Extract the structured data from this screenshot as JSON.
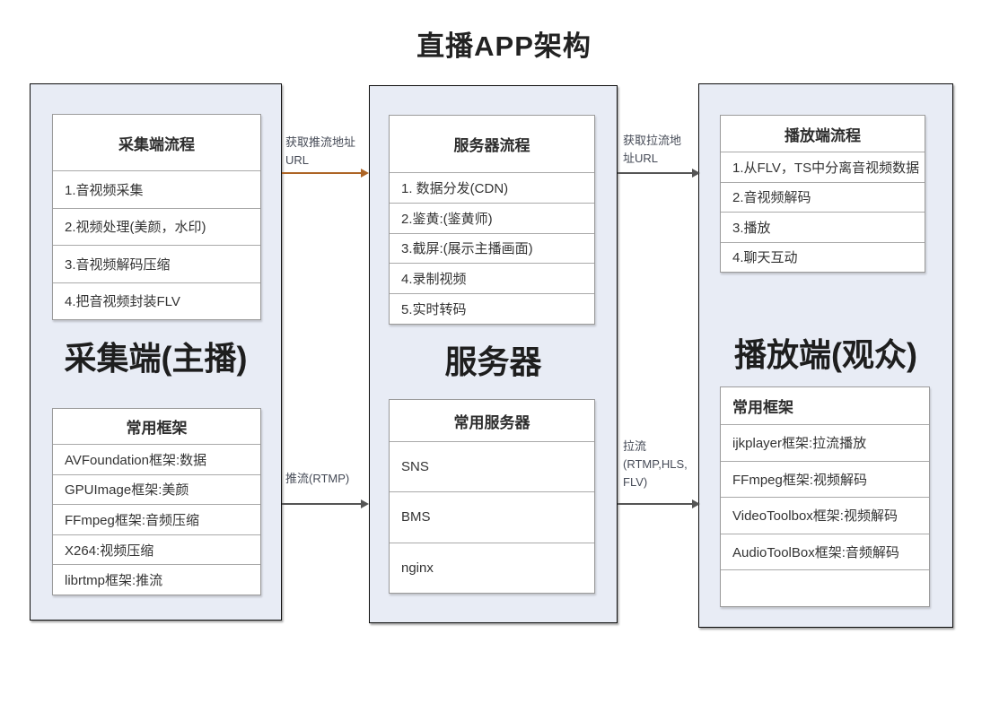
{
  "title": "直播APP架构",
  "capture": {
    "flow": {
      "header": "采集端流程",
      "items": [
        "1.音视频采集",
        "2.视频处理(美颜，水印)",
        "3.音视频解码压缩",
        "4.把音视频封装FLV"
      ]
    },
    "big_label": "采集端(主播)",
    "frameworks": {
      "header": "常用框架",
      "items": [
        "AVFoundation框架:数据",
        "GPUImage框架:美颜",
        "FFmpeg框架:音频压缩",
        "X264:视频压缩",
        "librtmp框架:推流"
      ]
    }
  },
  "server": {
    "flow": {
      "header": "服务器流程",
      "items": [
        "1. 数据分发(CDN)",
        "2.鉴黄:(鉴黄师)",
        "3.截屏:(展示主播画面)",
        "4.录制视频",
        "5.实时转码"
      ]
    },
    "big_label": "服务器",
    "frameworks": {
      "header": "常用服务器",
      "items": [
        "SNS",
        "BMS",
        "nginx"
      ]
    }
  },
  "player": {
    "flow": {
      "header": "播放端流程",
      "items": [
        "1.从FLV，TS中分离音视频数据",
        "2.音视频解码",
        "3.播放",
        "4.聊天互动"
      ]
    },
    "big_label": "播放端(观众)",
    "frameworks": {
      "header": "常用框架",
      "items": [
        "ijkplayer框架:拉流播放",
        "FFmpeg框架:视频解码",
        "VideoToolbox框架:视频解码",
        "AudioToolBox框架:音频解码",
        ""
      ]
    }
  },
  "arrows": {
    "push_url": {
      "lines": [
        "获取推流地址",
        "URL"
      ],
      "color": "#ad6425"
    },
    "push_rtmp": {
      "lines": [
        "推流(RTMP)"
      ],
      "color": "#555555"
    },
    "pull_url": {
      "lines": [
        "获取拉流地",
        "址URL"
      ],
      "color": "#555555"
    },
    "pull_stream": {
      "lines": [
        "拉流",
        "(RTMP,HLS,",
        "FLV)"
      ],
      "color": "#555555"
    }
  },
  "colors": {
    "panel_background": "#e8ecf5",
    "panel_border": "#0d0d0d",
    "box_border": "#9b9b9b",
    "accent_arrow": "#ad6425",
    "gray_arrow": "#555555"
  }
}
